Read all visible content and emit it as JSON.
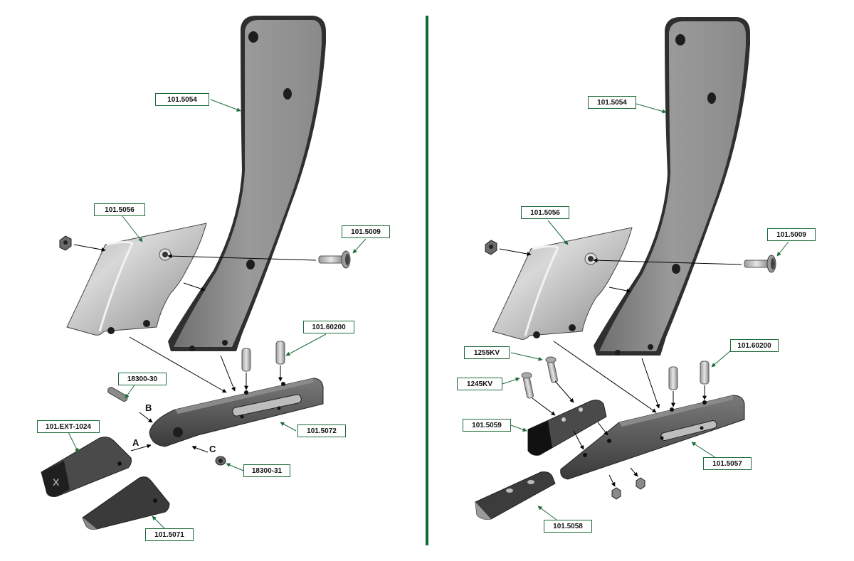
{
  "colors": {
    "callout_border": "#1d6b39",
    "leader_green": "#1d6b39",
    "divider": "#0e6b35",
    "part_dark": "#3c3c3c",
    "part_mid": "#8a8a8a",
    "part_light": "#c8c8c8",
    "arrow": "#000000"
  },
  "left_panel": {
    "callouts": {
      "shank": "101.5054",
      "wing": "101.5056",
      "bolt": "101.5009",
      "pin_large": "101.60200",
      "roll_pin": "18300-30",
      "point_holder": "101.5072",
      "point_tip": "101.EXT-1024",
      "nut": "18300-31",
      "point_alt": "101.5071"
    },
    "letters": {
      "a": "A",
      "b": "B",
      "c": "C"
    }
  },
  "right_panel": {
    "callouts": {
      "shank": "101.5054",
      "wing": "101.5056",
      "bolt": "101.5009",
      "pin_large": "101.60200",
      "bolt_a": "1255KV",
      "bolt_b": "1245KV",
      "tip": "101.5059",
      "holder": "101.5057",
      "plate": "101.5058"
    }
  },
  "icons": {
    "tip_logo": "x-logo-icon"
  }
}
